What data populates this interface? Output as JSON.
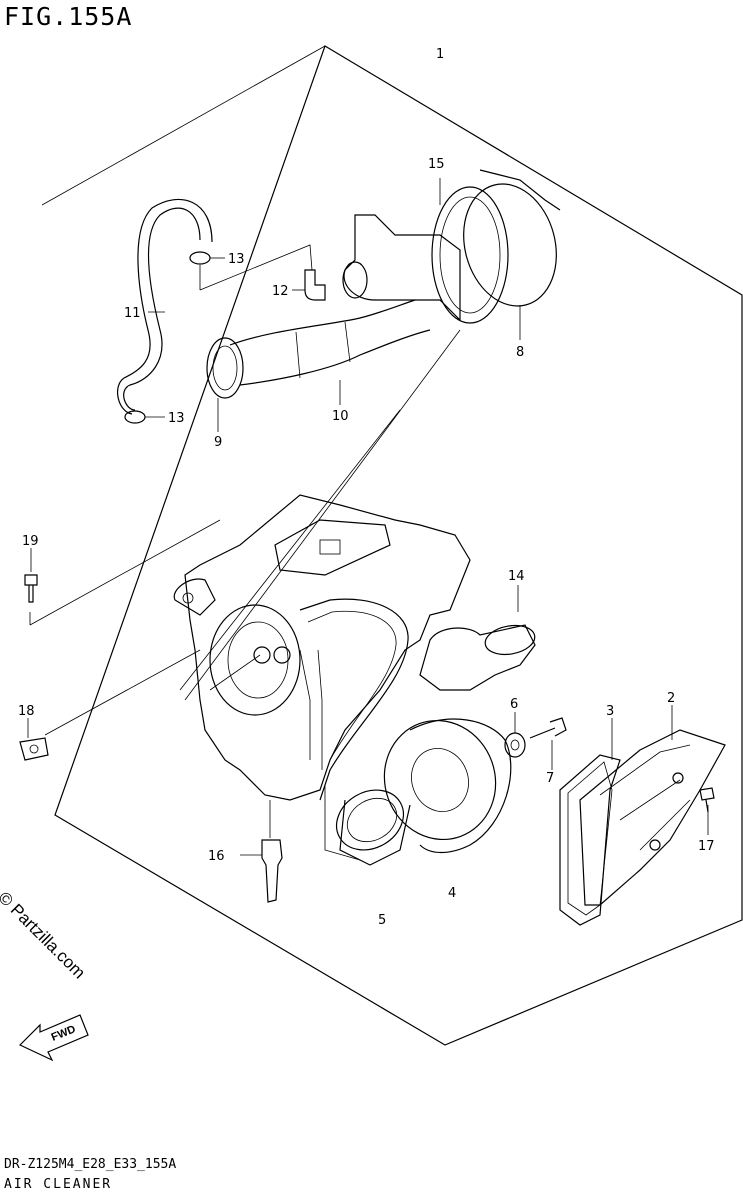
{
  "figure": {
    "title": "FIG.155A",
    "drawing_code": "DR-Z125M4_E28_E33_155A",
    "assembly_name": "AIR CLEANER",
    "copyright": "© Partzilla.com",
    "fwd_label": "FWD"
  },
  "callouts": [
    {
      "id": "1",
      "label": "1"
    },
    {
      "id": "2",
      "label": "2"
    },
    {
      "id": "3",
      "label": "3"
    },
    {
      "id": "4",
      "label": "4"
    },
    {
      "id": "5",
      "label": "5"
    },
    {
      "id": "6",
      "label": "6"
    },
    {
      "id": "7",
      "label": "7"
    },
    {
      "id": "8",
      "label": "8"
    },
    {
      "id": "9",
      "label": "9"
    },
    {
      "id": "10",
      "label": "10"
    },
    {
      "id": "11",
      "label": "11"
    },
    {
      "id": "12",
      "label": "12"
    },
    {
      "id": "13a",
      "label": "13"
    },
    {
      "id": "13b",
      "label": "13"
    },
    {
      "id": "14",
      "label": "14"
    },
    {
      "id": "15",
      "label": "15"
    },
    {
      "id": "16",
      "label": "16"
    },
    {
      "id": "17",
      "label": "17"
    },
    {
      "id": "18",
      "label": "18"
    },
    {
      "id": "19",
      "label": "19"
    }
  ]
}
